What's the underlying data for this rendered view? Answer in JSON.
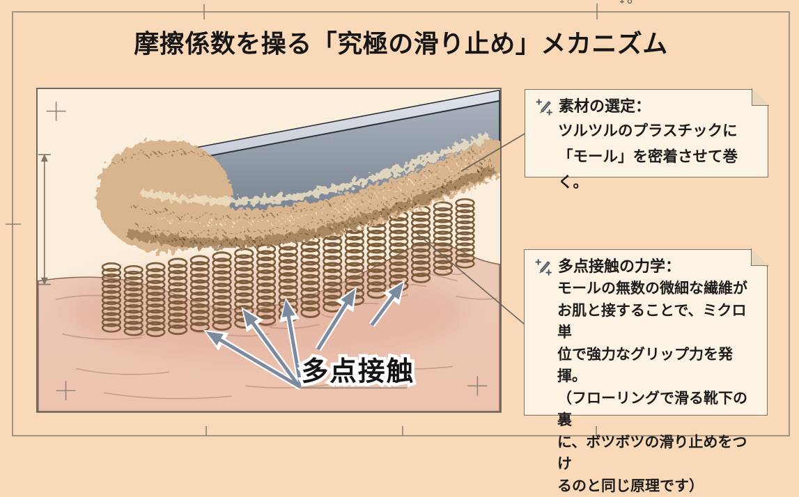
{
  "page": {
    "title": "摩擦係数を操る「究極の滑り止め」メカニズム"
  },
  "illustration": {
    "label": "多点接触",
    "elements": [
      "tool-bar",
      "mole-wrap",
      "spring-coils",
      "skin-surface",
      "measure-arrow",
      "crop-marks",
      "contact-arrows"
    ]
  },
  "notes": [
    {
      "icon": "pencil-plus-icon",
      "title": "素材の選定：",
      "lines": [
        "ツルツルのプラスチックに",
        "「モール」を密着させて巻く。"
      ]
    },
    {
      "icon": "pencil-plus-icon",
      "title": "多点接触の力学：",
      "lines": [
        "モールの無数の微細な繊維が",
        "お肌と接することで、ミクロ単",
        "位で強力なグリップ力を発揮。",
        "（フローリングで滑る靴下の裏",
        "に、ボツボツの滑り止めをつけ",
        "るのと同じ原理です）"
      ]
    }
  ],
  "colors": {
    "page_bg": "#f9d9b8",
    "frame": "#8b8173",
    "panel_bg": "#fbeedd",
    "panel_border": "#6e675d",
    "note_bg": "#fdf3e4",
    "note_border": "#7b7260",
    "note_fold": "#e9d7bb",
    "connector": "#6a6459",
    "crop": "#8f867a",
    "measure": "#7d7668",
    "arrow": "#7b8a9c",
    "coil": "#7c5c3a",
    "skin": "#eccab8",
    "skin_deep": "#e0ac9a",
    "skin_line": "#bb8e7c",
    "mole_base": "#d8b58e",
    "mole_dark": "#9a7a55",
    "mole_light": "#efdfc2",
    "handle_light": "#dfe3ea",
    "handle_mid": "#a9b1bd",
    "handle_dark": "#727c8a",
    "handle_outline": "#2d3237",
    "title_text": "#161616"
  }
}
